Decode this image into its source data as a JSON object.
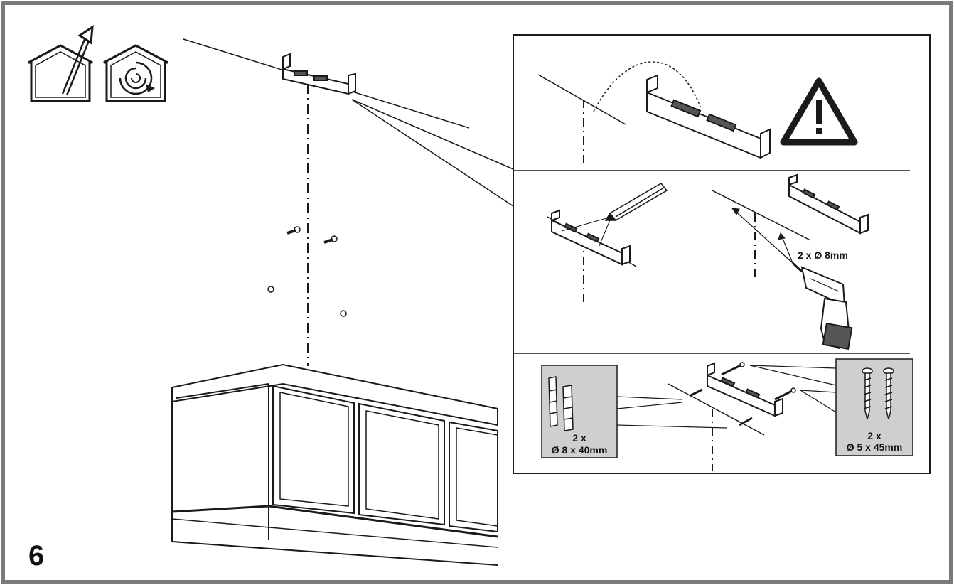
{
  "step": {
    "number": "6"
  },
  "drill": {
    "label": "2 x Ø 8mm"
  },
  "wall_plugs": {
    "qty": "2 x",
    "size": "Ø 8 x 40mm"
  },
  "screws": {
    "qty": "2 x",
    "size": "Ø 5 x 45mm"
  },
  "icons": [
    "ducted-exhaust-icon",
    "recirculation-icon",
    "warning-icon"
  ],
  "colors": {
    "line": "#1a1a1a",
    "frame": "#7a7a7a",
    "parts_box": "#cfcfcf"
  }
}
